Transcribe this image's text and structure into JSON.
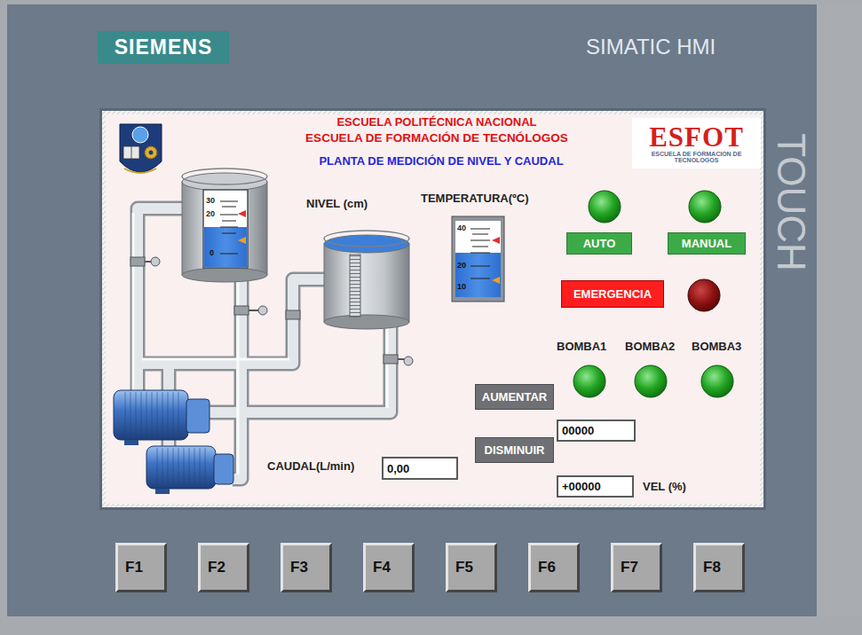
{
  "diagram": {
    "nodes": [
      {
        "text": [
          "SIEMENS"
        ]
      },
      {
        "text": [
          "ESFOT",
          "ESCUELA DE FORMACION DE TECNOLOGOS"
        ]
      },
      {
        "text": [
          "AUTO"
        ]
      },
      {
        "text": [
          "MANUAL"
        ]
      },
      {
        "text": [
          "EMERGENCIA"
        ]
      },
      {
        "text": [
          "AUMENTAR"
        ]
      },
      {
        "text": [
          "00000"
        ]
      },
      {
        "text": [
          "DISMINUIR"
        ]
      },
      {
        "text": [
          "0,00"
        ]
      },
      {
        "text": [
          "+00000"
        ]
      },
      {
        "text": [
          "F1"
        ]
      },
      {
        "text": [
          "F2"
        ]
      },
      {
        "text": [
          "F3"
        ]
      },
      {
        "text": [
          "F4"
        ]
      },
      {
        "text": [
          "F5"
        ]
      },
      {
        "text": [
          "F6"
        ]
      },
      {
        "text": [
          "F7"
        ]
      },
      {
        "text": [
          "F8"
        ]
      }
    ],
    "labels": [
      "SIMATIC HMI",
      "TOUCH",
      "ESCUELA POLITÉCNICA NACIONAL",
      "ESCUELA DE FORMACIÓN DE TECNÓLOGOS",
      "PLANTA DE MEDICIÓN DE NIVEL Y CAUDAL",
      "30",
      "20",
      "0",
      "NIVEL (cm)",
      "TEMPERATURA(ºC)",
      "40",
      "20",
      "10",
      "BOMBA1",
      "BOMBA2",
      "BOMBA3",
      "CAUDAL(L/min)",
      "VEL (%)"
    ]
  }
}
